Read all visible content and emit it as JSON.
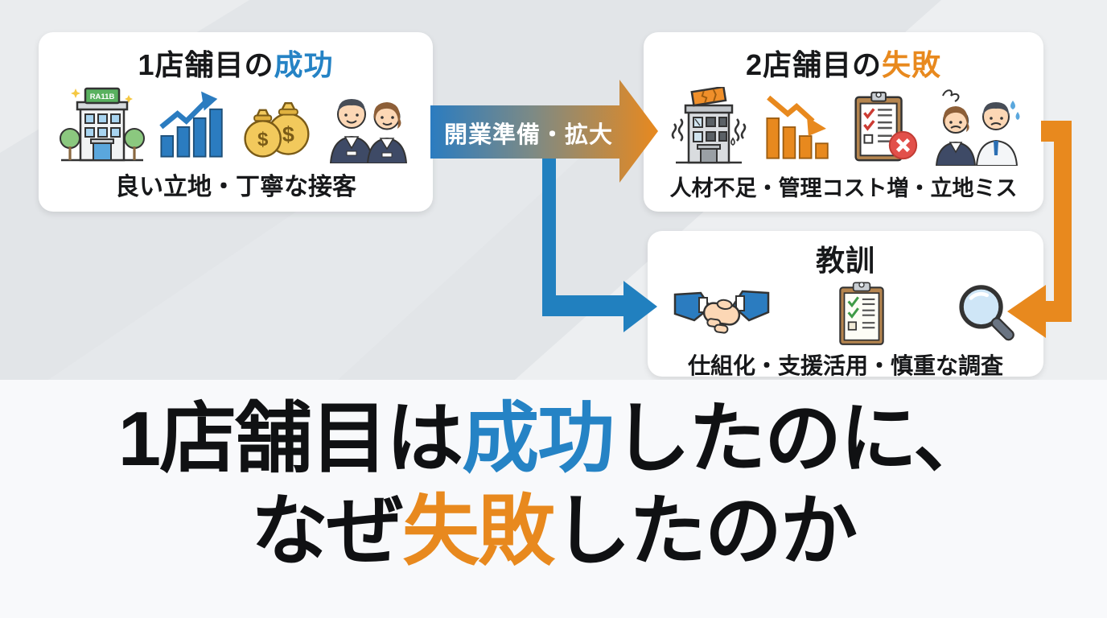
{
  "colors": {
    "accent_blue": "#2583c5",
    "accent_orange": "#e8891e",
    "arrow_blue": "#2180bf",
    "arrow_orange": "#e8891e"
  },
  "diagram": {
    "success_card": {
      "title_prefix": "1店舗目の",
      "title_accent": "成功",
      "caption": "良い立地・丁寧な接客",
      "building_sign": "RA11B",
      "icons": [
        "sparkle-storefront-icon",
        "rising-chart-icon",
        "money-bags-icon",
        "smiling-staff-icon"
      ]
    },
    "expansion_arrow": {
      "label": "開業準備・拡大"
    },
    "failure_card": {
      "title_prefix": "2店舗目の",
      "title_accent": "失敗",
      "caption": "人材不足・管理コスト増・立地ミス",
      "icons": [
        "rundown-building-icon",
        "falling-chart-icon",
        "failed-checklist-icon",
        "worried-staff-icon"
      ]
    },
    "lesson_card": {
      "title": "教訓",
      "caption": "仕組化・支援活用・慎重な調査",
      "icons": [
        "handshake-icon",
        "checklist-icon",
        "magnifier-icon"
      ]
    }
  },
  "headline": {
    "line1_pre": "1店舗目は",
    "line1_accent": "成功",
    "line1_post": "したのに、",
    "line2_pre": "なぜ",
    "line2_accent": "失敗",
    "line2_post": "したのか"
  }
}
